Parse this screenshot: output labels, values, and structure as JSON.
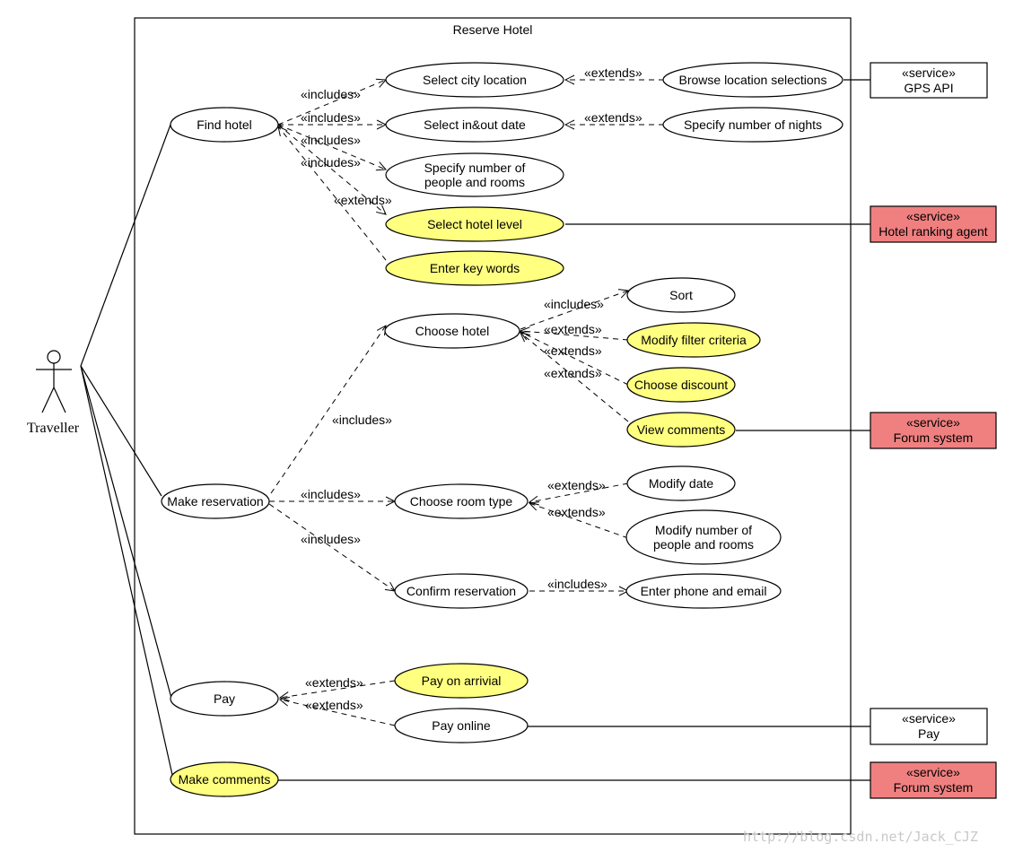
{
  "system": {
    "title": "Reserve Hotel"
  },
  "actor": {
    "name": "Traveller"
  },
  "usecases": [
    {
      "id": "find",
      "lines": [
        "Find hotel"
      ],
      "hl": false
    },
    {
      "id": "city",
      "lines": [
        "Select city location"
      ],
      "hl": false
    },
    {
      "id": "browse",
      "lines": [
        "Browse location selections"
      ],
      "hl": false
    },
    {
      "id": "date",
      "lines": [
        "Select in&out date"
      ],
      "hl": false
    },
    {
      "id": "nights",
      "lines": [
        "Specify number of nights"
      ],
      "hl": false
    },
    {
      "id": "people",
      "lines": [
        "Specify number of",
        "people and rooms"
      ],
      "hl": false
    },
    {
      "id": "level",
      "lines": [
        "Select hotel level"
      ],
      "hl": true
    },
    {
      "id": "keywords",
      "lines": [
        "Enter key words"
      ],
      "hl": true
    },
    {
      "id": "choose",
      "lines": [
        "Choose hotel"
      ],
      "hl": false
    },
    {
      "id": "sort",
      "lines": [
        "Sort"
      ],
      "hl": false
    },
    {
      "id": "filter",
      "lines": [
        "Modify filter criteria"
      ],
      "hl": true
    },
    {
      "id": "discount",
      "lines": [
        "Choose discount"
      ],
      "hl": true
    },
    {
      "id": "comments_view",
      "lines": [
        "View comments"
      ],
      "hl": true
    },
    {
      "id": "reserve",
      "lines": [
        "Make reservation"
      ],
      "hl": false
    },
    {
      "id": "room",
      "lines": [
        "Choose room type"
      ],
      "hl": false
    },
    {
      "id": "moddate",
      "lines": [
        "Modify date"
      ],
      "hl": false
    },
    {
      "id": "modpeople",
      "lines": [
        "Modify number of",
        "people and rooms"
      ],
      "hl": false
    },
    {
      "id": "confirm",
      "lines": [
        "Confirm reservation"
      ],
      "hl": false
    },
    {
      "id": "phone",
      "lines": [
        "Enter phone and email"
      ],
      "hl": false
    },
    {
      "id": "pay",
      "lines": [
        "Pay"
      ],
      "hl": false
    },
    {
      "id": "arrival",
      "lines": [
        "Pay on arrivial"
      ],
      "hl": true
    },
    {
      "id": "online",
      "lines": [
        "Pay online"
      ],
      "hl": false
    },
    {
      "id": "makecomments",
      "lines": [
        "Make comments"
      ],
      "hl": true
    }
  ],
  "services": [
    {
      "id": "gps",
      "stereotype": "«service»",
      "name": "GPS API",
      "hl": false
    },
    {
      "id": "ranking",
      "stereotype": "«service»",
      "name": "Hotel ranking agent",
      "hl": true
    },
    {
      "id": "forum1",
      "stereotype": "«service»",
      "name": "Forum system",
      "hl": true
    },
    {
      "id": "paysvc",
      "stereotype": "«service»",
      "name": "Pay",
      "hl": false
    },
    {
      "id": "forum2",
      "stereotype": "«service»",
      "name": "Forum system",
      "hl": true
    }
  ],
  "relations": [
    {
      "from": "find",
      "to": "city",
      "label": "«includes»"
    },
    {
      "from": "find",
      "to": "date",
      "label": "«includes»"
    },
    {
      "from": "find",
      "to": "people",
      "label": "«includes»"
    },
    {
      "from": "find",
      "to": "level",
      "label": "«includes»"
    },
    {
      "from": "keywords",
      "to": "find",
      "label": "«extends»"
    },
    {
      "from": "browse",
      "to": "city",
      "label": "«extends»"
    },
    {
      "from": "nights",
      "to": "date",
      "label": "«extends»"
    },
    {
      "from": "reserve",
      "to": "choose",
      "label": "«includes»"
    },
    {
      "from": "choose",
      "to": "sort",
      "label": "«includes»"
    },
    {
      "from": "filter",
      "to": "choose",
      "label": "«extends»"
    },
    {
      "from": "discount",
      "to": "choose",
      "label": "«extends»"
    },
    {
      "from": "comments_view",
      "to": "choose",
      "label": "«extends»"
    },
    {
      "from": "reserve",
      "to": "room",
      "label": "«includes»"
    },
    {
      "from": "moddate",
      "to": "room",
      "label": "«extends»"
    },
    {
      "from": "modpeople",
      "to": "room",
      "label": "«extends»"
    },
    {
      "from": "reserve",
      "to": "confirm",
      "label": "«includes»"
    },
    {
      "from": "confirm",
      "to": "phone",
      "label": "«includes»"
    },
    {
      "from": "arrival",
      "to": "pay",
      "label": "«extends»"
    },
    {
      "from": "online",
      "to": "pay",
      "label": "«extends»"
    }
  ],
  "watermark": "http://blog.csdn.net/Jack_CJZ"
}
